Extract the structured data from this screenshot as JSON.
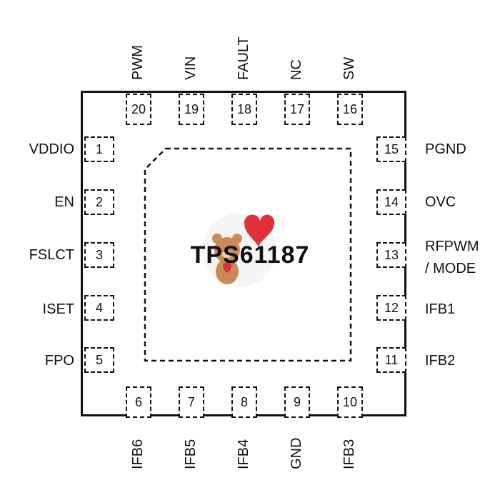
{
  "part_name": "TPS61187",
  "pins": {
    "left": [
      {
        "num": "1",
        "label": "VDDIO"
      },
      {
        "num": "2",
        "label": "EN"
      },
      {
        "num": "3",
        "label": "FSLCT"
      },
      {
        "num": "4",
        "label": "ISET"
      },
      {
        "num": "5",
        "label": "FPO"
      }
    ],
    "right": [
      {
        "num": "15",
        "label": "PGND"
      },
      {
        "num": "14",
        "label": "OVC"
      },
      {
        "num": "13",
        "label": "RFPWM",
        "label2": "/ MODE"
      },
      {
        "num": "12",
        "label": "IFB1"
      },
      {
        "num": "11",
        "label": "IFB2"
      }
    ],
    "top": [
      {
        "num": "20",
        "label": "PWM"
      },
      {
        "num": "19",
        "label": "VIN"
      },
      {
        "num": "18",
        "label": "FAULT"
      },
      {
        "num": "17",
        "label": "NC"
      },
      {
        "num": "16",
        "label": "SW"
      }
    ],
    "bottom": [
      {
        "num": "6",
        "label": "IFB6"
      },
      {
        "num": "7",
        "label": "IFB5"
      },
      {
        "num": "8",
        "label": "IFB4"
      },
      {
        "num": "9",
        "label": "GND"
      },
      {
        "num": "10",
        "label": "IFB3"
      }
    ]
  },
  "colors": {
    "outline": "#111111",
    "heart": "#e0303a",
    "bear": "#c98a55"
  }
}
